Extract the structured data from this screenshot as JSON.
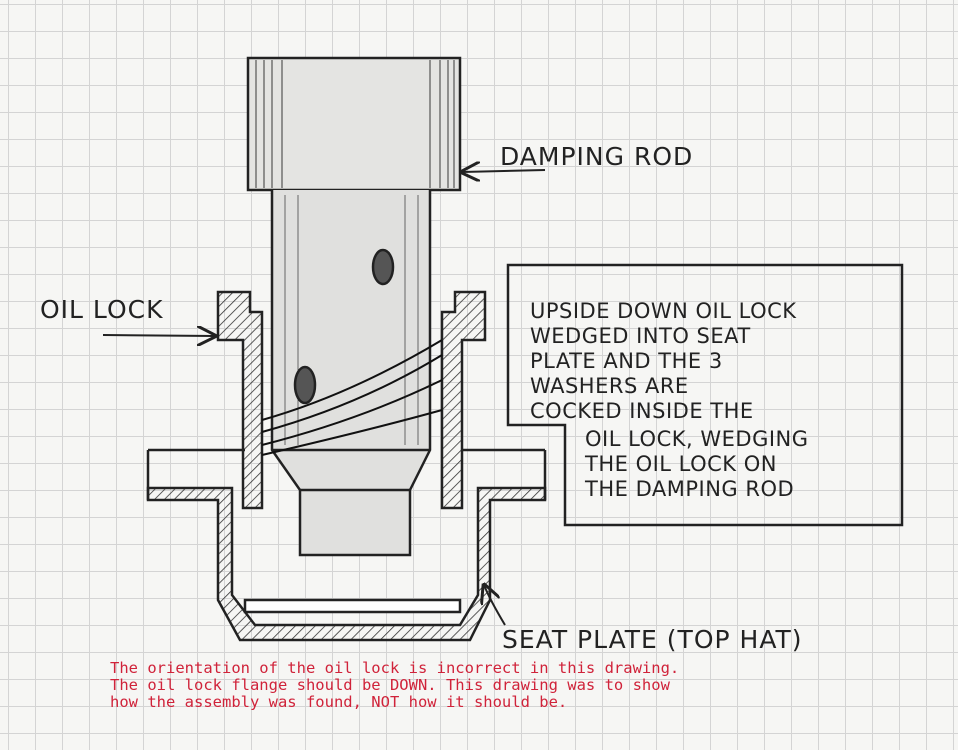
{
  "labels": {
    "damping_rod": "DAMPING ROD",
    "oil_lock": "OIL LOCK",
    "seat_plate": "SEAT PLATE (TOP HAT)"
  },
  "callout_box": {
    "lines": [
      "UPSIDE DOWN OIL LOCK",
      "WEDGED INTO SEAT",
      "PLATE AND THE 3",
      "WASHERS ARE",
      "COCKED INSIDE THE",
      "OIL LOCK, WEDGING",
      "THE OIL LOCK ON",
      "THE DAMPING ROD"
    ]
  },
  "note": {
    "lines": [
      "The orientation of the oil lock is incorrect in this drawing.",
      "The oil lock flange should be DOWN. This drawing was to show",
      "how the assembly was found, NOT how it should be."
    ]
  },
  "colors": {
    "note": "#d0233a",
    "ink": "#222222"
  }
}
